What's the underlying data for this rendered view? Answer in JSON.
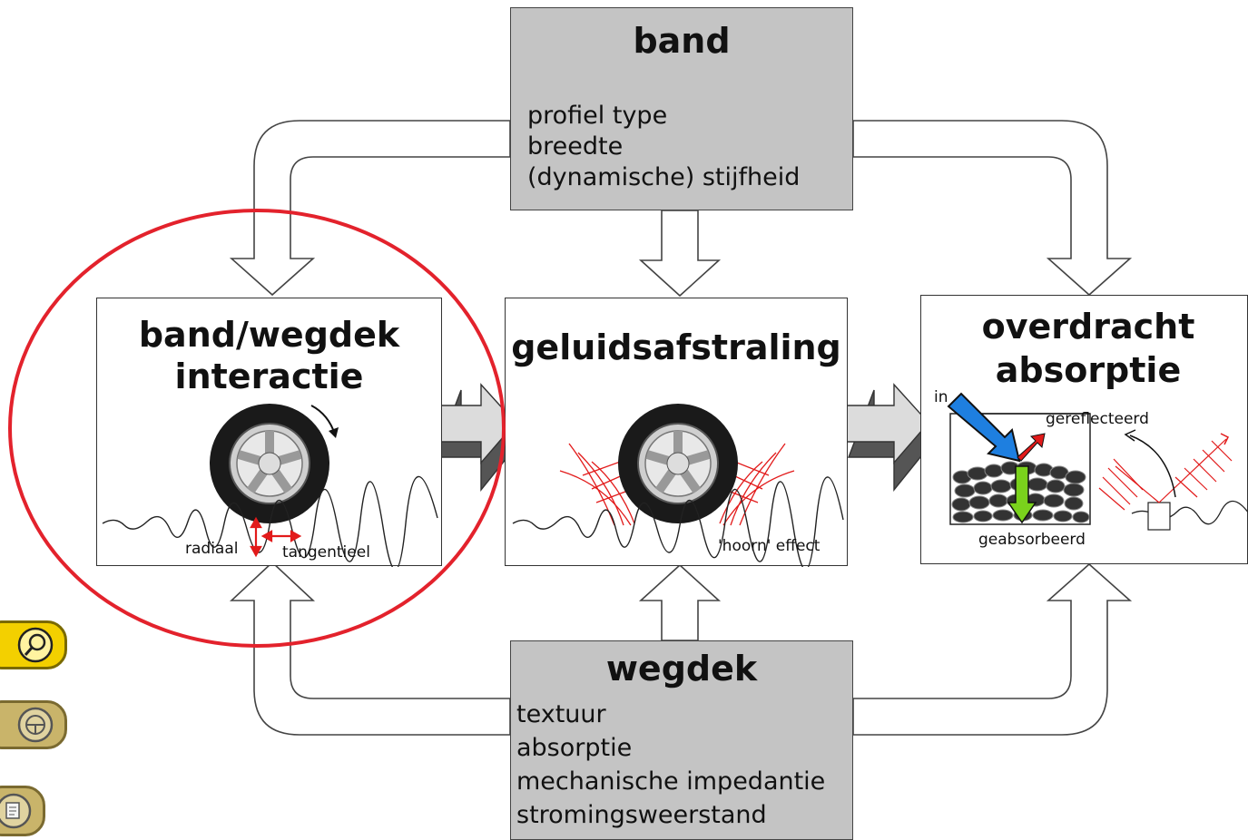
{
  "band": {
    "title": "band",
    "items": [
      "profiel type",
      "breedte",
      "(dynamische) stijfheid"
    ]
  },
  "interactie": {
    "title_line1": "band/wegdek",
    "title_line2": "interactie",
    "label_radial": "radiaal",
    "label_tangential": "tangentieel"
  },
  "afstraling": {
    "title": "geluidsafstraling",
    "label_horn": "'hoorn' effect"
  },
  "overdracht": {
    "title_line1": "overdracht",
    "title_line2": "absorptie",
    "label_in": "in",
    "label_reflected": "gereflecteerd",
    "label_absorbed": "geabsorbeerd"
  },
  "wegdek": {
    "title": "wegdek",
    "items": [
      "textuur",
      "absorptie",
      "mechanische impedantie",
      "stromingsweerstand"
    ]
  },
  "icons": [
    "magnifier-icon",
    "steering-wheel-icon",
    "document-icon"
  ],
  "colors": {
    "highlight_circle": "#e3222c",
    "gray_box": "#c4c4c4",
    "in_arrow": "#1e7fe0",
    "absorbed_arrow": "#7ad21c",
    "reflected_arrow": "#e21a1a",
    "tool_yellow": "#f3d000"
  }
}
